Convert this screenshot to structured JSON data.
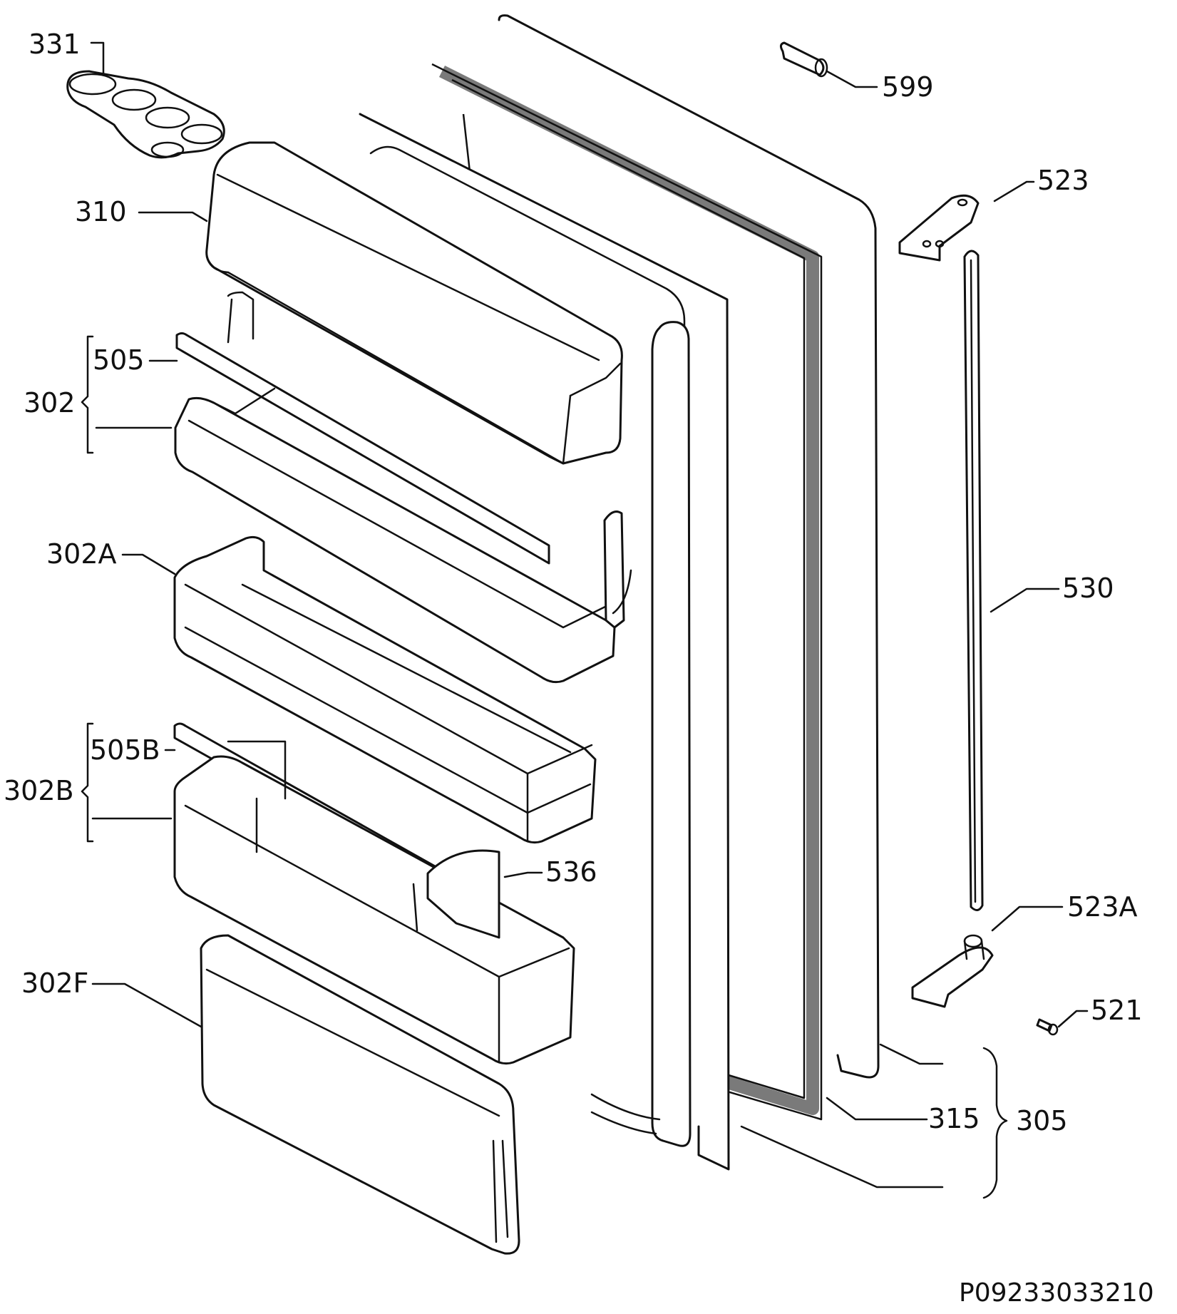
{
  "labels": {
    "p331": "331",
    "p310": "310",
    "p505": "505",
    "p302": "302",
    "p302A": "302A",
    "p505B": "505B",
    "p302B": "302B",
    "p536": "536",
    "p302F": "302F",
    "p599": "599",
    "p523": "523",
    "p530": "530",
    "p523A": "523A",
    "p521": "521",
    "p315": "315",
    "p305": "305"
  },
  "drawing_code": "P09233033210",
  "colors": {
    "line": "#111111",
    "gasket": "#7a7a7a",
    "background": "#ffffff"
  }
}
